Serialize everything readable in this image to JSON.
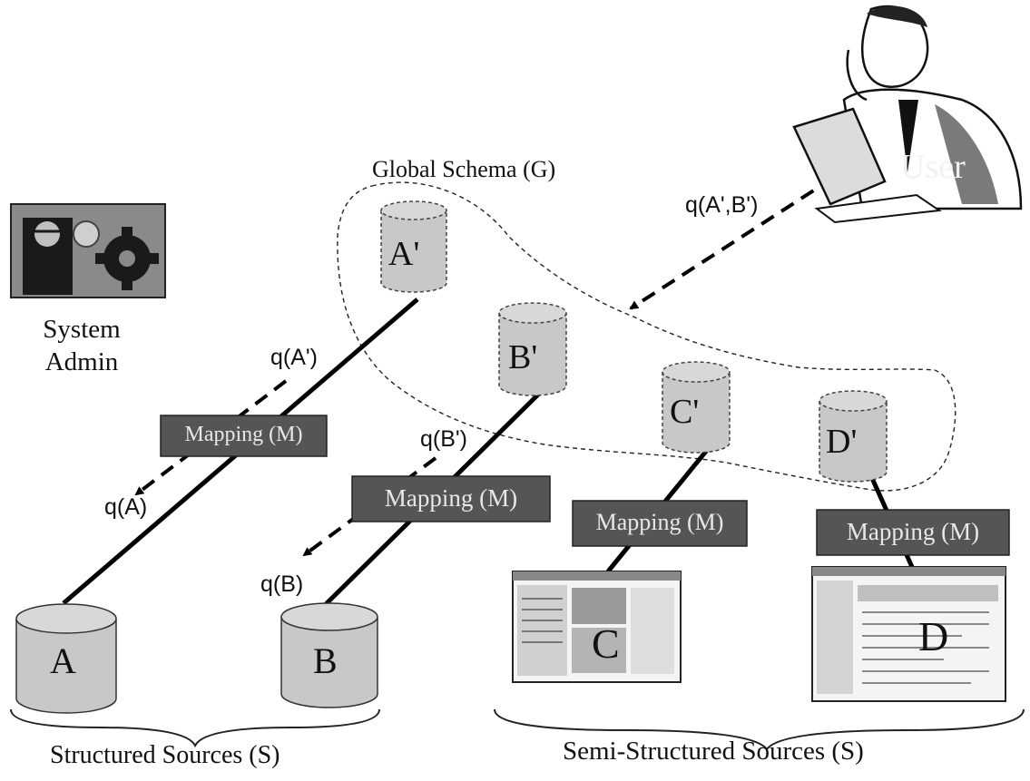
{
  "global_schema_label": "Global Schema (G)",
  "system_admin": {
    "line1": "System",
    "line2": "Admin"
  },
  "user_label": "User",
  "queries": {
    "user_query": "q(A',B')",
    "qa_prime": "q(A')",
    "qa": "q(A)",
    "qb_prime": "q(B')",
    "qb": "q(B)"
  },
  "global_nodes": [
    "A'",
    "B'",
    "C'",
    "D'"
  ],
  "source_nodes": [
    "A",
    "B",
    "C",
    "D"
  ],
  "mapping_label": "Mapping (M)",
  "groups": {
    "structured": "Structured Sources (S)",
    "semi_structured": "Semi-Structured Sources (S)"
  },
  "colors": {
    "cylinder_fill": "#c8c8c8",
    "mapping_fill": "#555555",
    "mapping_text": "#e8e8e8",
    "line": "#000000"
  }
}
